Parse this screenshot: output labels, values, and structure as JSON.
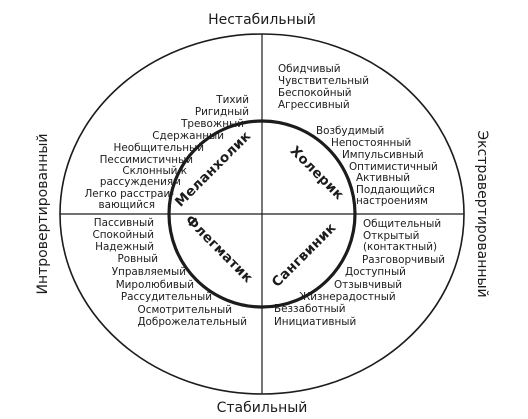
{
  "axes": {
    "top": "Нестабильный",
    "bottom": "Стабильный",
    "left": "Интровертированный",
    "right": "Экстравертированный"
  },
  "temperaments": {
    "top_left": "Меланхолик",
    "top_right": "Холерик",
    "bottom_left": "Флегматик",
    "bottom_right": "Сангвиник"
  },
  "traits": {
    "top_left": [
      "Тихий",
      "Ригидный",
      "Тревожный",
      "Сдержанный",
      "Необщительный",
      "Пессимистичный",
      "Склонный к",
      "рассуждениям",
      "Легко расстраи-",
      "вающийся"
    ],
    "top_right": [
      "Обидчивый",
      "Чувствительный",
      "Беспокойный",
      "Агрессивный",
      "Возбудимый",
      "Непостоянный",
      "Импульсивный",
      "Оптимистичный",
      "Активный",
      "Поддающийся",
      "настроениям"
    ],
    "bottom_left": [
      "Пассивный",
      "Спокойный",
      "Надежный",
      "Ровный",
      "Управляемый",
      "Миролюбивый",
      "Рассудительный",
      "Осмотрительный",
      "Доброжелательный"
    ],
    "bottom_right": [
      "Общительный",
      "Открытый",
      "(контактный)",
      "Разговорчивый",
      "Доступный",
      "Отзывчивый",
      "Жизнерадостный",
      "Беззаботный",
      "Инициативный"
    ]
  }
}
